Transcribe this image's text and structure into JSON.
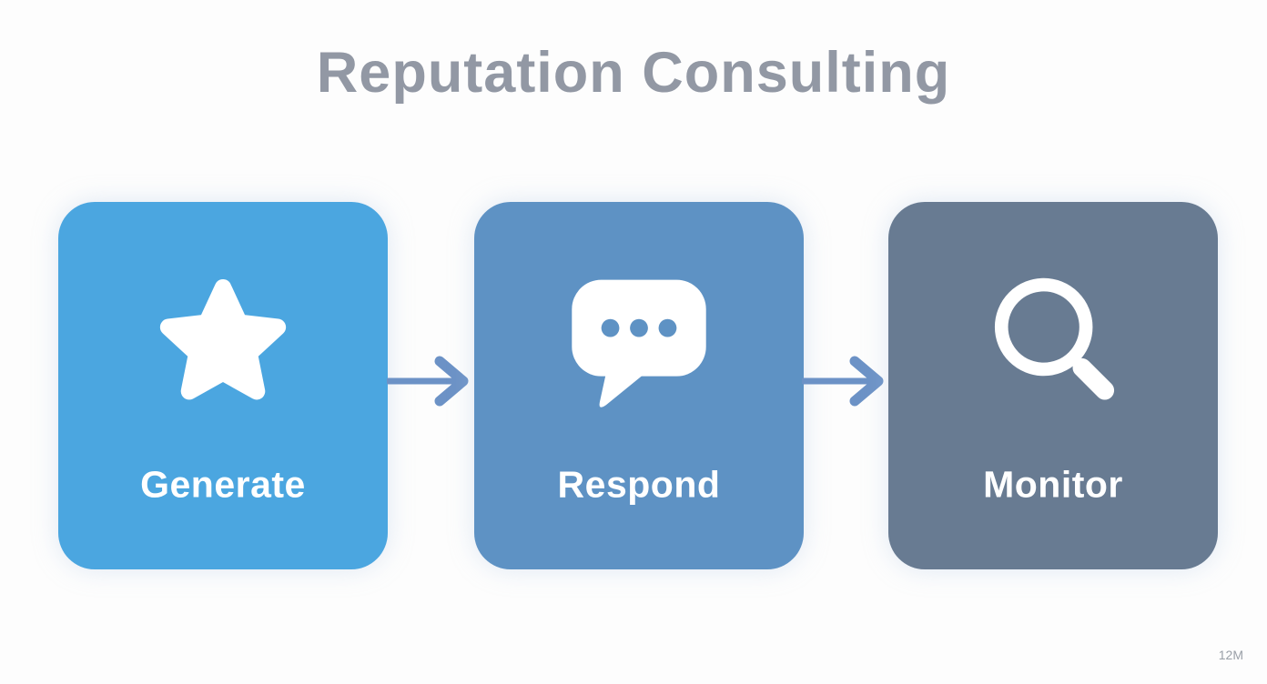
{
  "title": "Reputation Consulting",
  "diagram": {
    "steps": [
      {
        "label": "Generate",
        "icon": "star-icon",
        "color": "#4ba6e0"
      },
      {
        "label": "Respond",
        "icon": "chat-bubble-icon",
        "color": "#5e92c4"
      },
      {
        "label": "Monitor",
        "icon": "magnifying-glass-icon",
        "color": "#687b92"
      }
    ],
    "connector_icon": "arrow-right-icon"
  },
  "watermark": "12M",
  "colors": {
    "background": "#fdfdfd",
    "title_text": "#9298a4",
    "box_generate": "#4ba6e0",
    "box_respond": "#5e92c4",
    "box_monitor": "#687b92",
    "box_label_text": "#ffffff",
    "arrow": "#6c92c6",
    "watermark_text": "#9aa0a8"
  }
}
